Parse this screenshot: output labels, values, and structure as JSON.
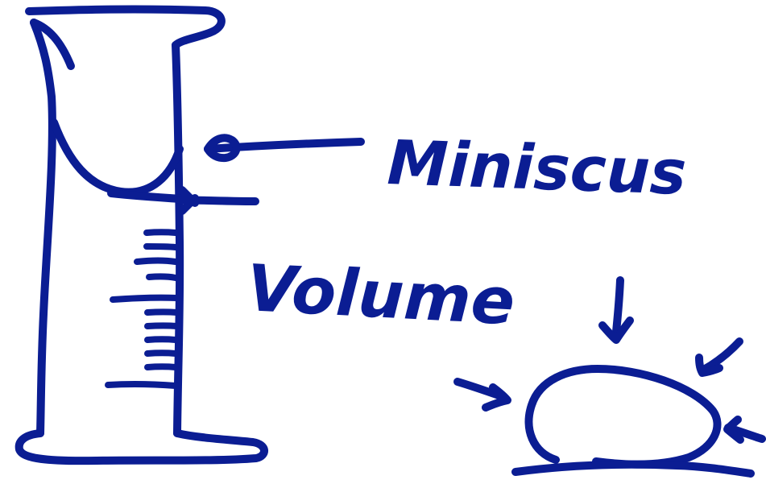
{
  "colors": {
    "ink": "#0B1D93",
    "background": "#FFFFFF"
  },
  "labels": {
    "meniscus": "Miniscus",
    "volume": "Volume"
  },
  "icons": {
    "cylinder": "graduated-cylinder-drawing",
    "droplet": "droplet-on-surface-drawing",
    "arrows": "hand-drawn-arrow"
  }
}
